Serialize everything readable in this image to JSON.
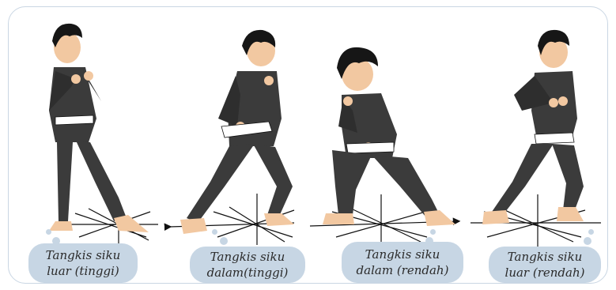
{
  "captions": [
    {
      "text": "Tangkis siku\nluar (tinggi)"
    },
    {
      "text": "Tangkis siku\ndalam(tinggi)"
    },
    {
      "text": "Tangkis siku\ndalam (rendah)"
    },
    {
      "text": "Tangkis siku\nluar (rendah)"
    }
  ],
  "colors": {
    "uniform": "#3b3b3b",
    "belt": "#ffffff",
    "skin": "#f2c8a1",
    "hair": "#161616",
    "caption_bg": "#c7d6e4",
    "frame": "#c9d6e3"
  }
}
